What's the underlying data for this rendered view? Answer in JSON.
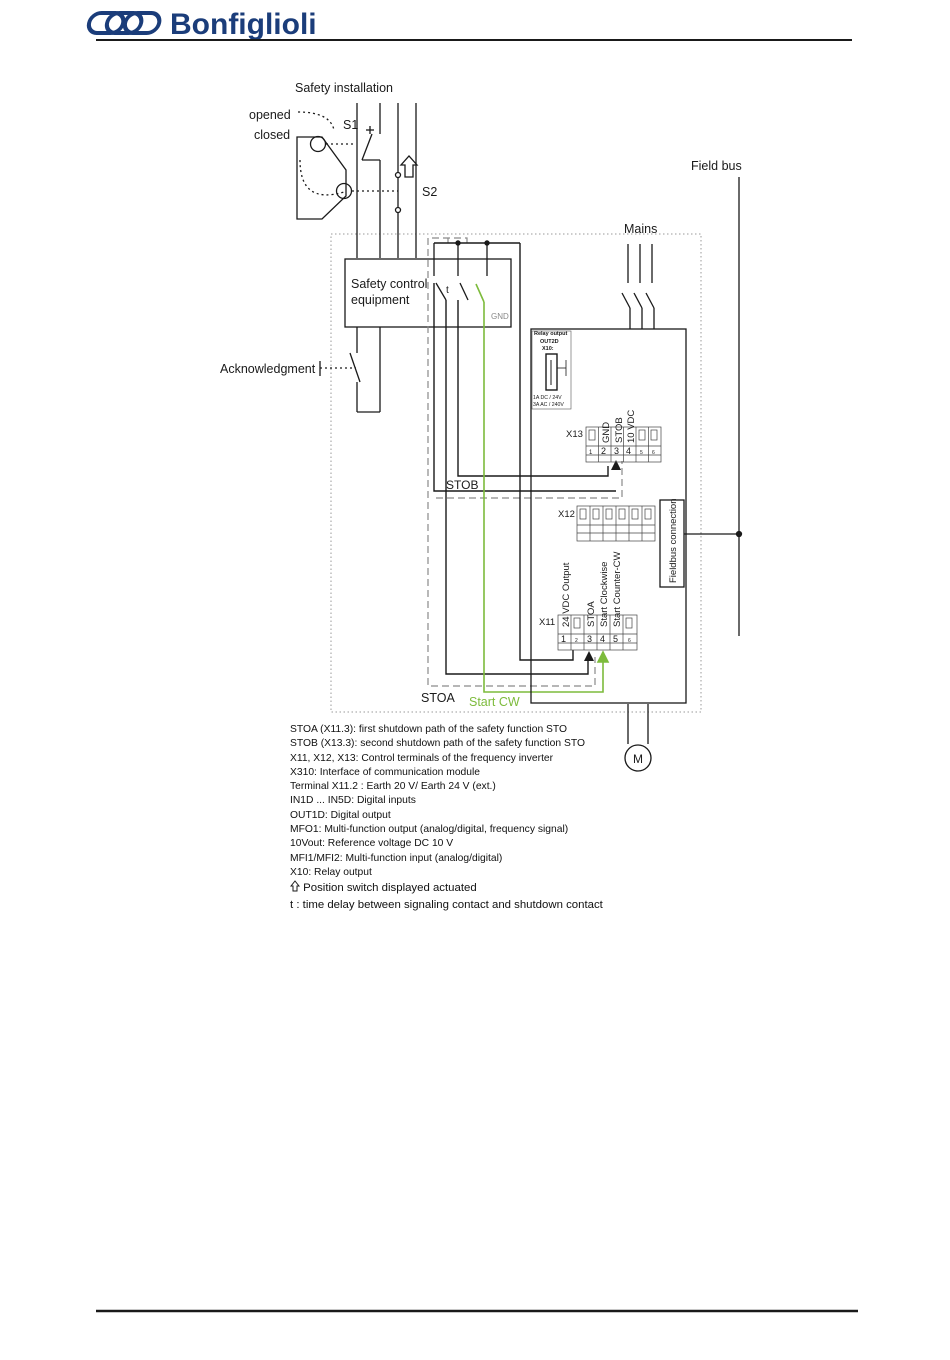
{
  "header": {
    "brand": "Bonfiglioli"
  },
  "diagram": {
    "safety_installation": "Safety installation",
    "opened": "opened",
    "closed": "closed",
    "s1": "S1",
    "s2": "S2",
    "field_bus": "Field bus",
    "mains": "Mains",
    "safety_control_line1": "Safety control",
    "safety_control_line2": "equipment",
    "t_symbol": "t",
    "gnd_small": "GND",
    "acknowledgment": "Acknowledgment",
    "relay_output": "Relay output",
    "out2d": "OUT2D",
    "x10": "X10:",
    "relay_rating1": "1A DC / 24V",
    "relay_rating2": "3A AC / 240V",
    "x13": "X13",
    "x13_labels": [
      "GND",
      "STOB",
      "10 VDC"
    ],
    "x13_numbers": [
      "1",
      "2",
      "3",
      "4",
      "5",
      "6"
    ],
    "stob": "STOB",
    "x12": "X12",
    "fieldbus_connection": "Fieldbus connection",
    "x11": "X11",
    "x11_labels": [
      "24 VDC Output",
      "STOA",
      "Start Clockwise",
      "Start Counter-CW"
    ],
    "x11_numbers": [
      "1",
      "2",
      "3",
      "4",
      "5",
      "6"
    ],
    "stoa": "STOA",
    "start_cw": "Start CW",
    "motor": "M",
    "colors": {
      "start_cw": "#7dbb3c",
      "line": "#1a1a1a",
      "dashed": "#8a8a8a",
      "brand": "#1b3d7a"
    }
  },
  "legend": {
    "lines": [
      "STOA (X11.3): first shutdown path of the safety function STO",
      "STOB (X13.3): second shutdown path of the safety function STO",
      "X11, X12, X13: Control terminals of the frequency inverter",
      "X310: Interface of communication module",
      "Terminal X11.2 : Earth 20 V/ Earth 24 V (ext.)",
      "IN1D ... IN5D: Digital inputs",
      "OUT1D: Digital output",
      "MFO1: Multi-function output (analog/digital, frequency signal)",
      "10Vout: Reference voltage DC 10 V",
      "MFI1/MFI2: Multi-function input (analog/digital)",
      "X10: Relay output"
    ],
    "arrow_line": "Position switch displayed actuated",
    "t_line": "t : time delay between signaling contact and shutdown contact"
  }
}
